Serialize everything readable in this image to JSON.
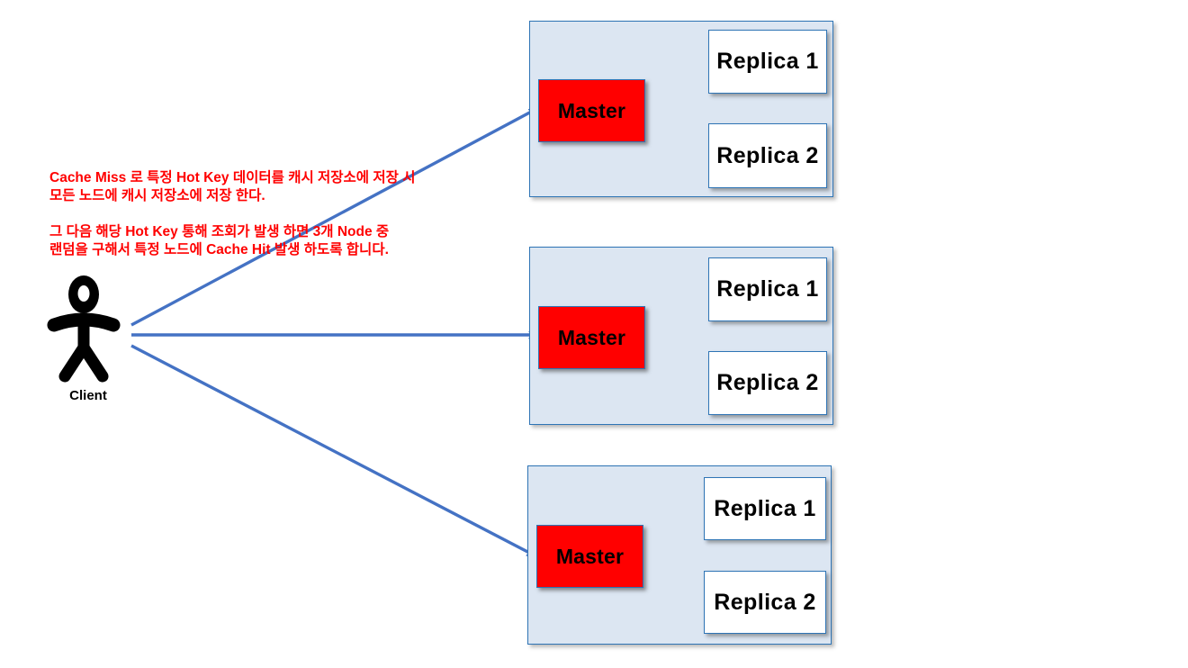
{
  "diagram": {
    "title": "Redis Cluster Hot Key Cache Replication Diagram",
    "colors": {
      "node_fill": "#DCE6F2",
      "node_border": "#2E74B5",
      "master_fill": "#FF0000",
      "replica_fill": "#FFFFFF",
      "client_arrow": "#4472C4",
      "replica_arrow": "#F4B183",
      "annotation_text": "#FF0000",
      "label_text": "#000000"
    }
  },
  "client": {
    "label": "Client",
    "icon": "stick-figure-person-icon"
  },
  "annotations": [
    {
      "id": "annotation-1",
      "text": "Cache Miss 로 특정 Hot Key 데이터를 캐시 저장소에 저장 시\n모든 노드에 캐시 저장소에 저장 한다."
    },
    {
      "id": "annotation-2",
      "text": "그 다음 해당 Hot Key 통해 조회가 발생 하면 3개 Node 중\n랜덤을 구해서 특정 노드에 Cache Hit 발생 하도록 합니다."
    }
  ],
  "nodes": [
    {
      "id": "node-1",
      "master": {
        "label": "Master"
      },
      "replicas": [
        {
          "label": "Replica 1"
        },
        {
          "label": "Replica 2"
        }
      ]
    },
    {
      "id": "node-2",
      "master": {
        "label": "Master"
      },
      "replicas": [
        {
          "label": "Replica 1"
        },
        {
          "label": "Replica 2"
        }
      ]
    },
    {
      "id": "node-3",
      "master": {
        "label": "Master"
      },
      "replicas": [
        {
          "label": "Replica 1"
        },
        {
          "label": "Replica 2"
        }
      ]
    }
  ],
  "connections": {
    "client_to_master_count": 3,
    "replica_to_master_per_node": 2
  }
}
